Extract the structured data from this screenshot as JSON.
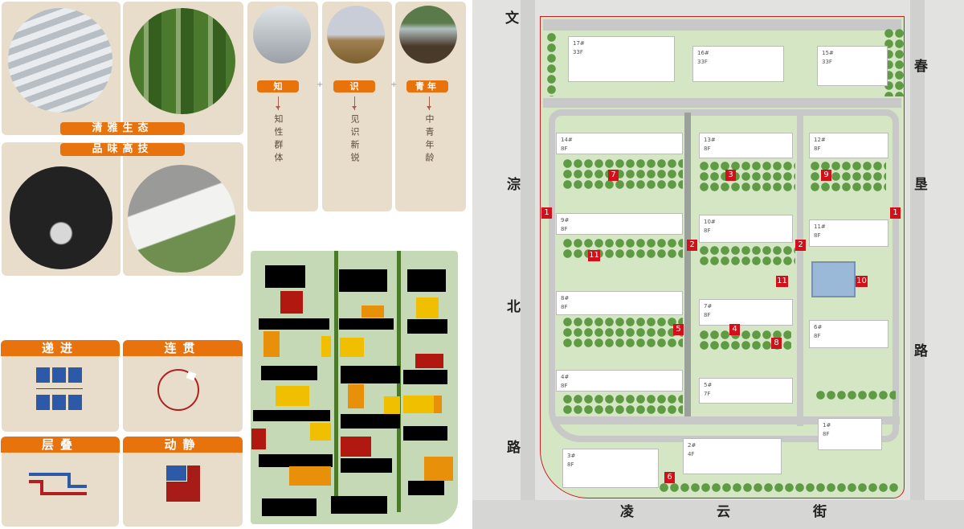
{
  "concept": {
    "label_top": "清雅生态",
    "label_bottom": "品味高技"
  },
  "audience": [
    {
      "label": "知",
      "desc": "知性群体"
    },
    {
      "label": "识",
      "desc": "见识新锐"
    },
    {
      "label": "青年",
      "desc": "中青年龄"
    }
  ],
  "plus": "+",
  "principles": [
    {
      "label": "递进"
    },
    {
      "label": "连贯"
    },
    {
      "label": "层叠"
    },
    {
      "label": "动静"
    }
  ],
  "site_plan": {
    "streets": {
      "west": [
        "文",
        "淙",
        "北",
        "路"
      ],
      "east": [
        "春",
        "垦",
        "路"
      ],
      "south": [
        "凌",
        "云",
        "街"
      ]
    },
    "buildings": [
      {
        "id": "17#",
        "floors": "33F"
      },
      {
        "id": "16#",
        "floors": "33F"
      },
      {
        "id": "15#",
        "floors": "33F"
      },
      {
        "id": "14#",
        "floors": "8F"
      },
      {
        "id": "13#",
        "floors": "8F"
      },
      {
        "id": "12#",
        "floors": "8F"
      },
      {
        "id": "9#",
        "floors": "8F"
      },
      {
        "id": "10#",
        "floors": "8F"
      },
      {
        "id": "11#",
        "floors": "8F"
      },
      {
        "id": "8#",
        "floors": "8F"
      },
      {
        "id": "7#",
        "floors": "8F"
      },
      {
        "id": "6#",
        "floors": "8F"
      },
      {
        "id": "4#",
        "floors": "8F"
      },
      {
        "id": "5#",
        "floors": "7F"
      },
      {
        "id": "1#",
        "floors": "8F"
      },
      {
        "id": "2#",
        "floors": "4F"
      },
      {
        "id": "3#",
        "floors": "8F"
      }
    ],
    "markers": [
      "1",
      "1",
      "2",
      "2",
      "3",
      "7",
      "9",
      "11",
      "11",
      "10",
      "5",
      "4",
      "8",
      "6"
    ],
    "colors": {
      "marker": "#d0101a",
      "accent": "#e8720c"
    }
  }
}
